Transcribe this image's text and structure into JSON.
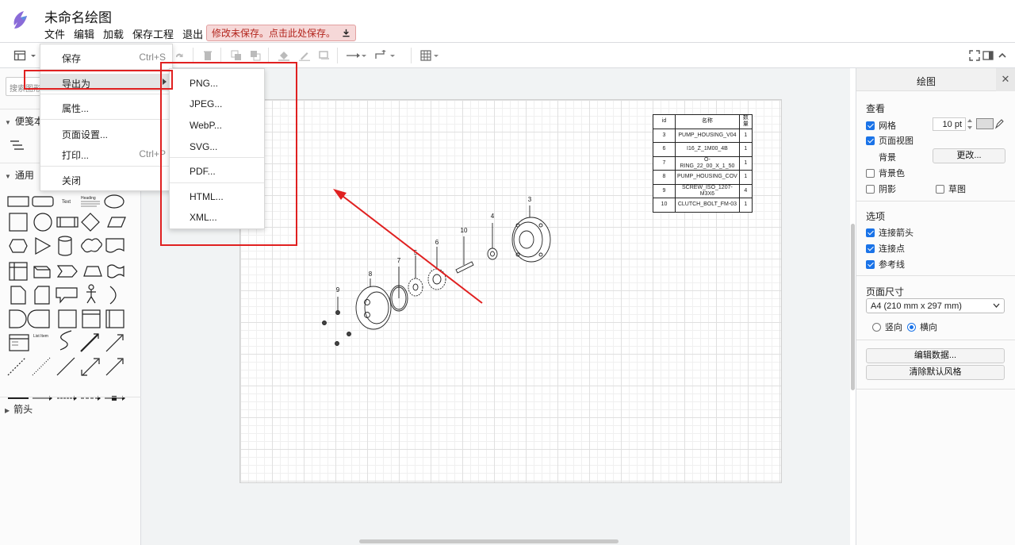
{
  "app": {
    "title": "未命名绘图"
  },
  "menubar": {
    "items": [
      "文件",
      "编辑",
      "加载",
      "保存工程",
      "退出"
    ]
  },
  "unsaved": {
    "text": "修改未保存。点击此处保存。"
  },
  "left_panel": {
    "search_placeholder": "搜索图形",
    "sections": [
      {
        "label": "便笺本"
      },
      {
        "label": "通用"
      },
      {
        "label": "箭头"
      }
    ]
  },
  "file_menu": {
    "items": [
      {
        "label": "保存",
        "shortcut": "Ctrl+S"
      },
      {
        "label": "导出为",
        "submenu": true
      },
      {
        "label": "属性..."
      },
      {
        "label": "页面设置..."
      },
      {
        "label": "打印...",
        "shortcut": "Ctrl+P"
      },
      {
        "label": "关闭"
      }
    ]
  },
  "export_menu": {
    "items": [
      "PNG...",
      "JPEG...",
      "WebP...",
      "SVG...",
      "PDF...",
      "HTML...",
      "XML..."
    ]
  },
  "bom_table": {
    "headers": [
      "id",
      "名称",
      "数量"
    ],
    "rows": [
      {
        "id": "3",
        "name": "PUMP_HOUSING_V04",
        "qty": "1"
      },
      {
        "id": "6",
        "name": "I16_Z_1M00_4B",
        "qty": "1"
      },
      {
        "id": "7",
        "name": "O-RING_22_00_X_1_50",
        "qty": "1"
      },
      {
        "id": "8",
        "name": "PUMP_HOUSING_COV",
        "qty": "1"
      },
      {
        "id": "9",
        "name": "SCREW_ISO_1207-M3X6",
        "qty": "4"
      },
      {
        "id": "10",
        "name": "CLUTCH_BOLT_FM-03",
        "qty": "1"
      }
    ]
  },
  "part_labels": [
    "3",
    "4",
    "10",
    "6",
    "5",
    "7",
    "8",
    "9"
  ],
  "shape_texts": {
    "text": "Text",
    "heading": "Heading",
    "list_item": "List Item"
  },
  "right_panel": {
    "title": "绘图",
    "view_section": "查看",
    "grid_label": "网格",
    "grid_size": "10 pt",
    "page_view_label": "页面视图",
    "background_label": "背景",
    "change_button": "更改...",
    "bg_color_label": "背景色",
    "shadow_label": "阴影",
    "sketch_label": "草图",
    "options_section": "选项",
    "connection_arrows": "连接箭头",
    "connection_points": "连接点",
    "guides": "参考线",
    "page_size_section": "页面尺寸",
    "page_size_value": "A4 (210 mm x 297 mm)",
    "portrait": "竖向",
    "landscape": "横向",
    "edit_data_button": "编辑数据...",
    "clear_style_button": "清除默认风格"
  },
  "colors": {
    "accent": "#1a73e8",
    "annotation_red": "#e02020",
    "unsaved_bg": "#f6d8d8"
  }
}
